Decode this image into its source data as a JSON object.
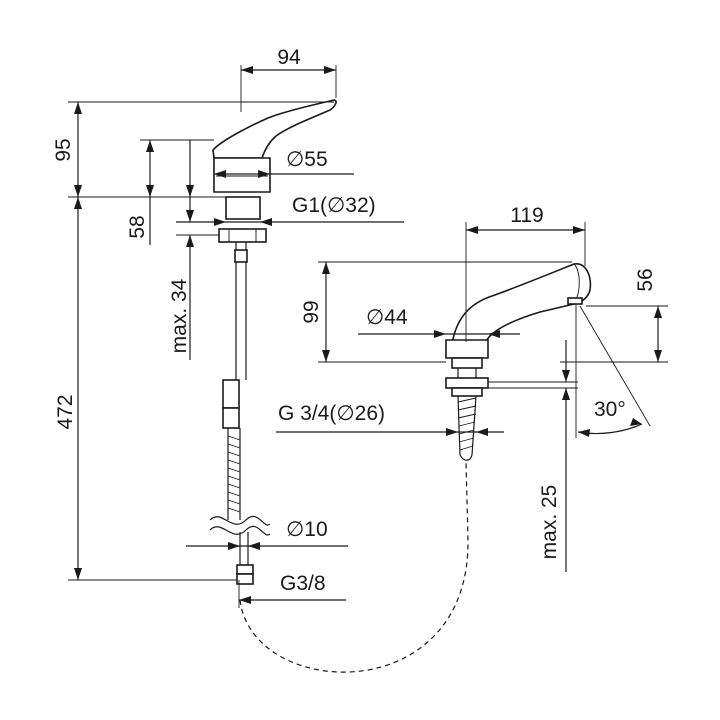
{
  "dimensions": {
    "top_width": "94",
    "handle_height": "95",
    "body_diameter": "∅55",
    "body_height": "58",
    "thread_g1": "G1(∅32)",
    "overall_height": "472",
    "max_34": "max. 34",
    "hose_diameter": "∅10",
    "hose_thread": "G3/8",
    "spout_reach": "119",
    "spout_height": "99",
    "spout_base_diameter": "∅44",
    "spout_outlet_height": "56",
    "spout_thread": "G 3/4(∅26)",
    "spout_angle": "30°",
    "max_25": "max. 25"
  },
  "icons": [
    "faucet-mixer-drawing",
    "spout-drawing",
    "hose-drawing"
  ]
}
